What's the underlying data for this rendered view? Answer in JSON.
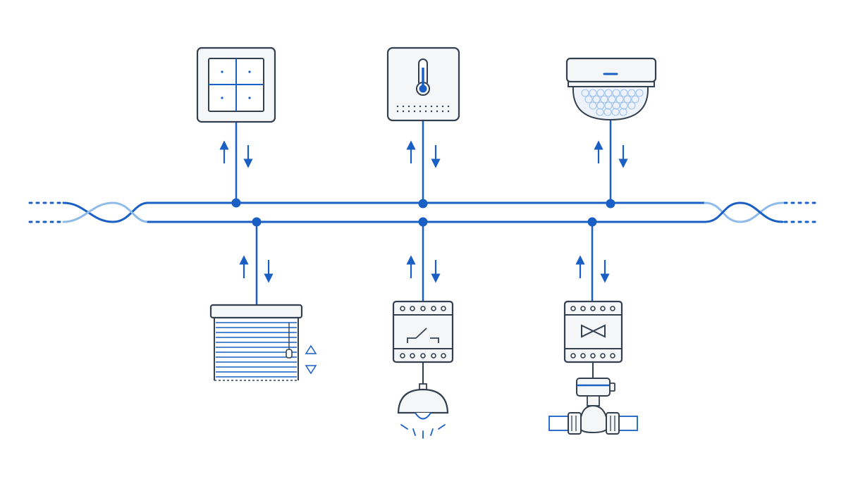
{
  "colors": {
    "background": "#ffffff",
    "bus": "#1a5fc4",
    "bus_light": "#8fbbea",
    "device_outline": "#34404f",
    "device_fill": "#f5f6f8",
    "accent": "#1a5fc4"
  },
  "bus": {
    "type": "twisted-pair",
    "conductors": 2
  },
  "devices": {
    "top": [
      {
        "id": "push-button",
        "icon": "push-button-icon"
      },
      {
        "id": "temperature-sensor",
        "icon": "thermometer-icon"
      },
      {
        "id": "presence-detector",
        "icon": "motion-sensor-icon"
      }
    ],
    "bottom": [
      {
        "id": "blind-actuator",
        "icon": "roller-blind-icon"
      },
      {
        "id": "switch-actuator",
        "icon": "switch-actuator-icon",
        "load": "ceiling-lamp-icon"
      },
      {
        "id": "valve-actuator",
        "icon": "valve-actuator-icon",
        "load": "motorized-valve-icon"
      }
    ]
  },
  "signal": "bidirectional"
}
